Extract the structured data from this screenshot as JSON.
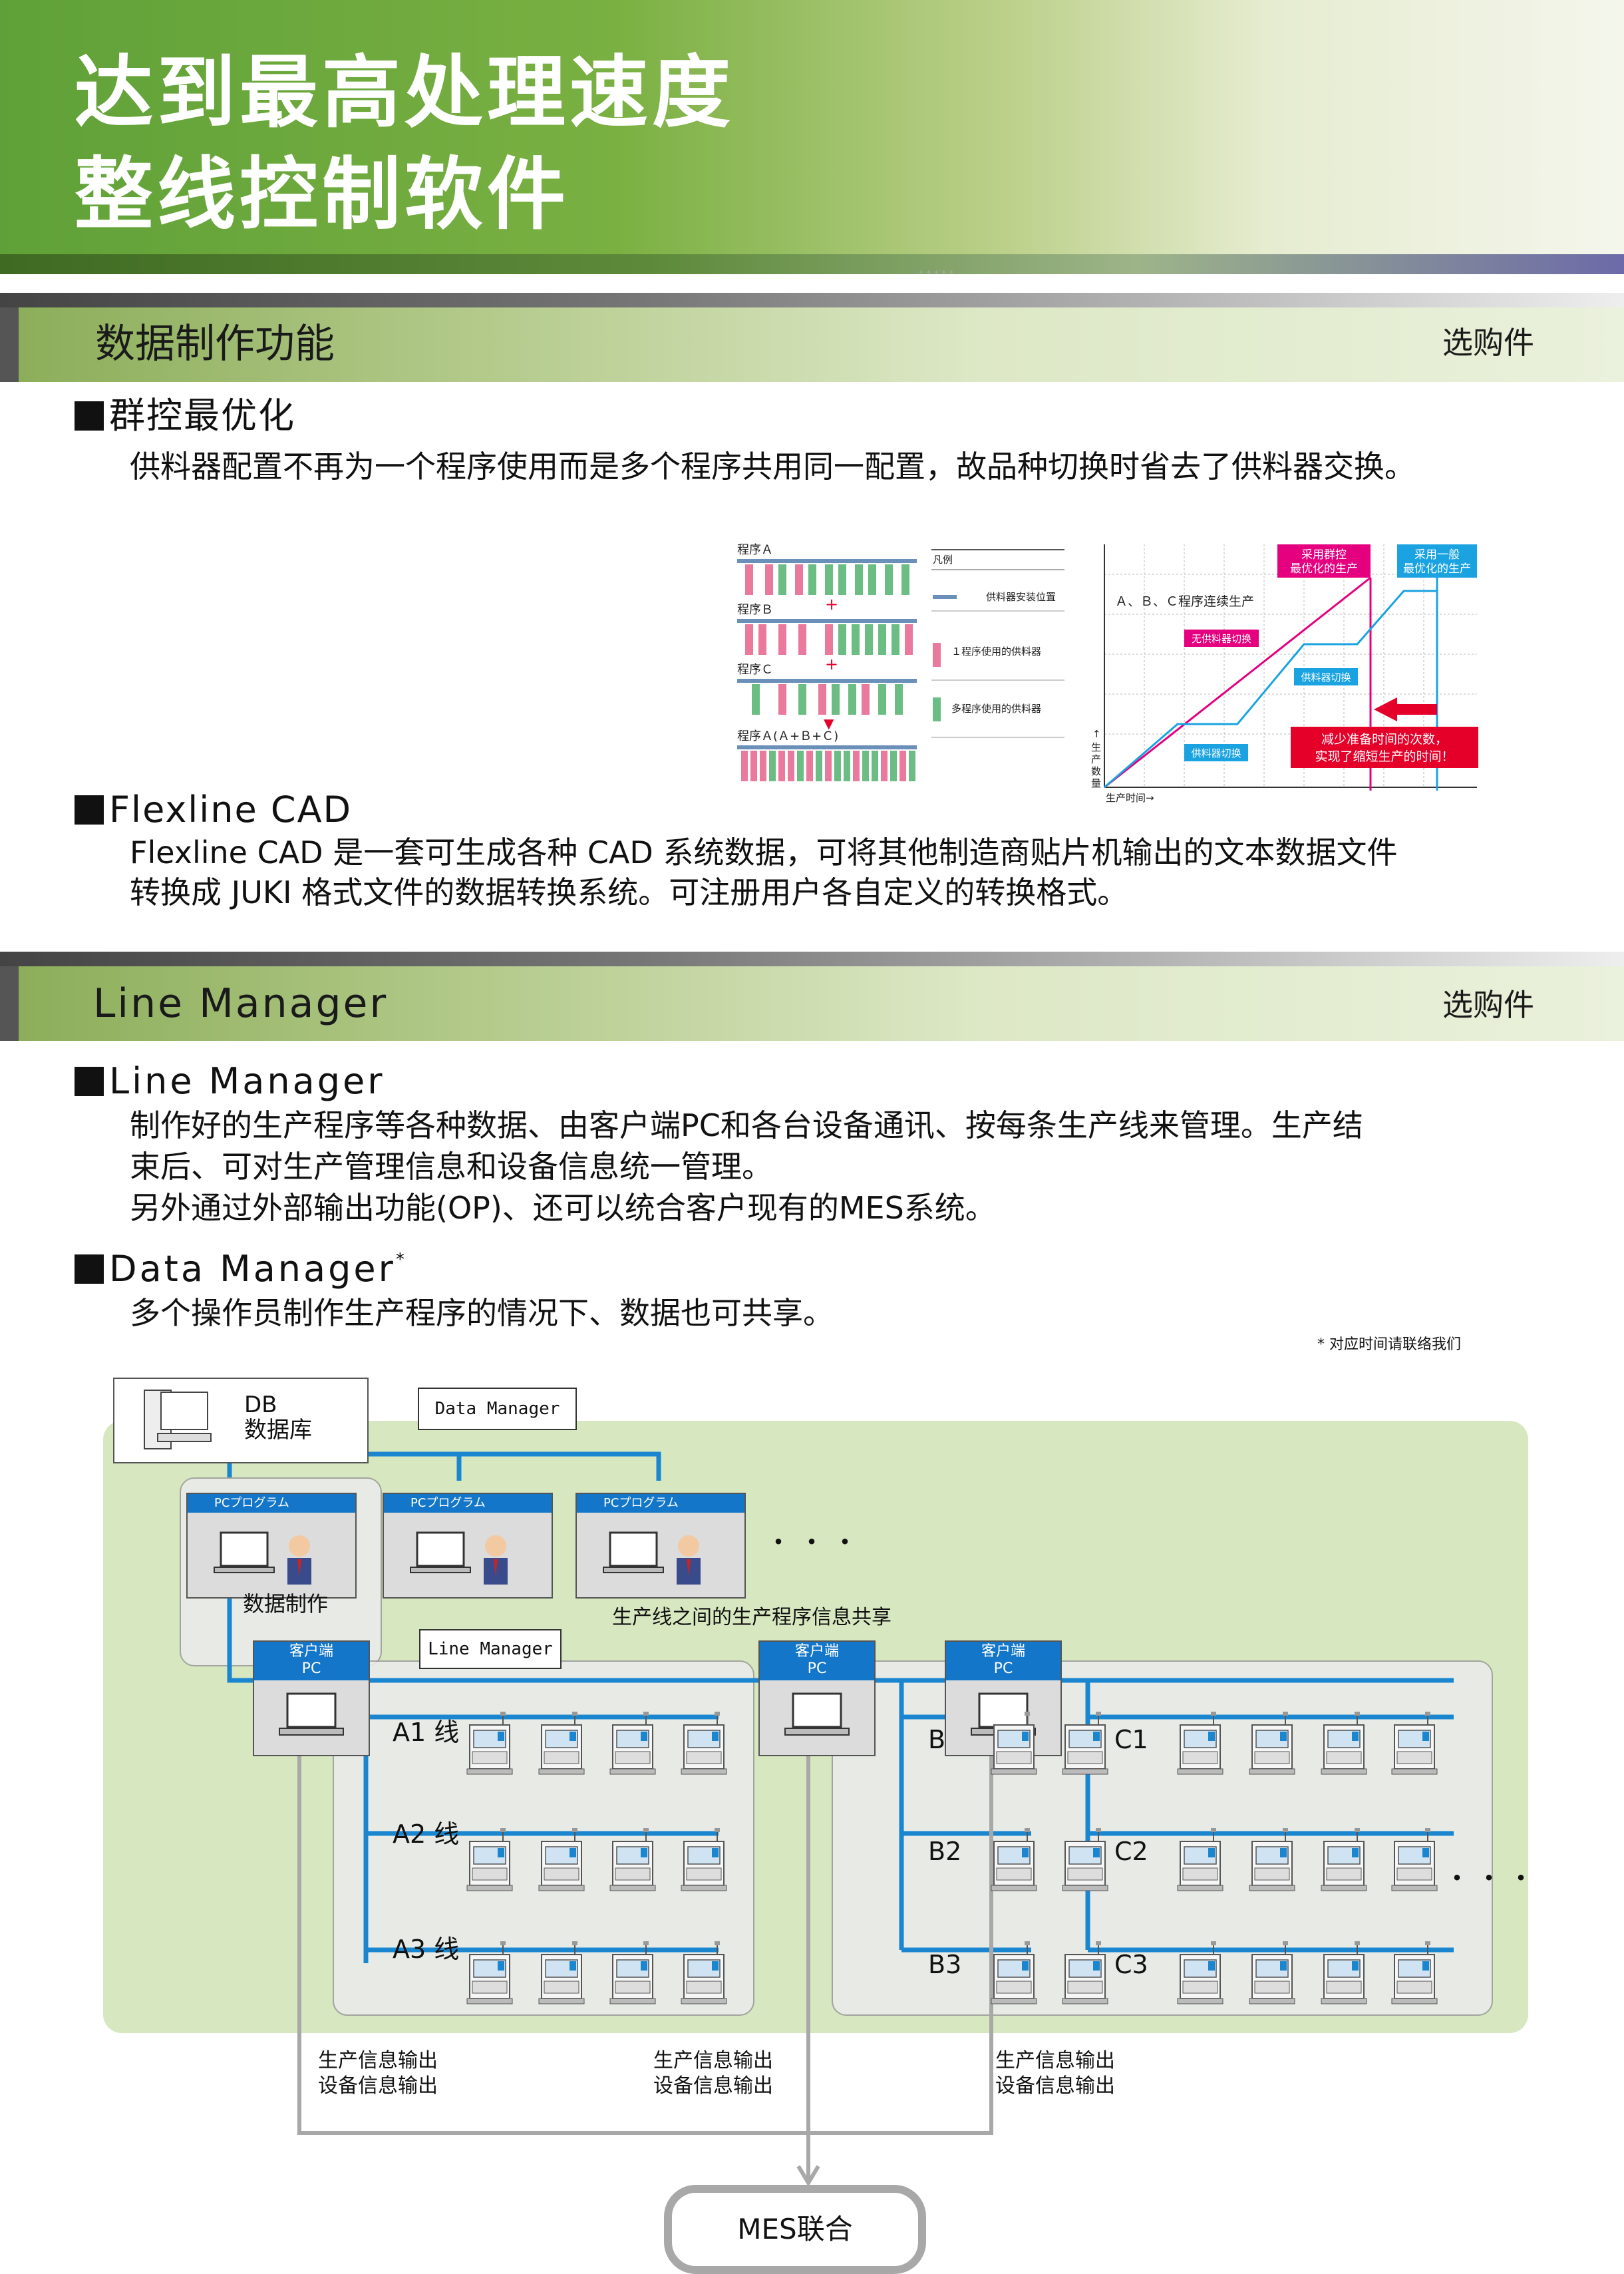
{
  "header": {
    "title_line1": "达到最高处理速度",
    "title_line2": "整线控制软件",
    "tiny": "+ + + + +"
  },
  "section1": {
    "title": "数据制作功能",
    "option": "选购件",
    "group_control": {
      "heading": "群控最优化",
      "text": "供料器配置不再为一个程序使用而是多个程序共用同一配置，故品种切换时省去了供料器交换。"
    },
    "figure_left": {
      "program_a": "程序Ａ",
      "program_b": "程序Ｂ",
      "program_c": "程序Ｃ",
      "program_abc": "程序Ａ(Ａ+Ｂ+Ｃ)",
      "plus": "+",
      "arrow": "▼",
      "legend_title": "凡例",
      "legend_1": "供料器安装位置",
      "legend_2": "１程序使用的供料器",
      "legend_3": "多程序使用的供料器"
    },
    "figure_right": {
      "label_group": "采用群控\n最优化的生产",
      "label_general": "采用一般\n最优化的生产",
      "continuous": "Ａ、Ｂ、Ｃ程序连续生产",
      "no_switch": "无供料器切换",
      "switch1": "供料器切换",
      "switch2": "供料器切换",
      "benefit_line1": "减少准备时间的次数，",
      "benefit_line2": "实现了缩短生产的时间！",
      "y_axis": "生产数量",
      "y_arrow": "↑",
      "x_axis": "生产时间→"
    },
    "flexline": {
      "heading": "Flexline CAD",
      "text_line1": "Flexline CAD 是一套可生成各种 CAD 系统数据，可将其他制造商贴片机输出的文本数据文件",
      "text_line2": "转换成 JUKI 格式文件的数据转换系统。可注册用户各自定义的转换格式。"
    }
  },
  "section2": {
    "title": "Line Manager",
    "option": "选购件",
    "line_manager": {
      "heading": "Line Manager",
      "text_line1": "制作好的生产程序等各种数据、由客户端PC和各台设备通讯、按每条生产线来管理。生产结",
      "text_line2": "束后、可对生产管理信息和设备信息统一管理。",
      "text_line3": "另外通过外部输出功能(OP)、还可以统合客户现有的MES系统。"
    },
    "data_manager": {
      "heading": "Data Manager",
      "asterisk": "*",
      "text": "多个操作员制作生产程序的情况下、数据也可共享。"
    },
    "footnote": "* 对应时间请联络我们"
  },
  "diagram": {
    "db_line1": "DB",
    "db_line2": "数据库",
    "data_manager_box": "Data Manager",
    "pc_program": "PCプログラム",
    "ellipsis": "・・・",
    "data_creation": "数据制作",
    "share_label": "生产线之间的生产程序信息共享",
    "line_manager_box": "Line Manager",
    "client_pc_line1": "客户端",
    "client_pc_line2": "PC",
    "line_a1": "A1 线",
    "line_a2": "A2 线",
    "line_a3": "A3 线",
    "line_b1": "B",
    "line_b2": "B2",
    "line_b3": "B3",
    "line_c1": "C1",
    "line_c2": "C2",
    "line_c3": "C3",
    "output_line1": "生产信息输出",
    "output_line2": "设备信息输出",
    "mes": "MES联合"
  },
  "colors": {
    "brand_green": "#6aa83c",
    "blue_line": "#1a86d0",
    "accent_red": "#e5002a",
    "accent_pink": "#e4007f",
    "panel_green": "#d7e7c0"
  }
}
